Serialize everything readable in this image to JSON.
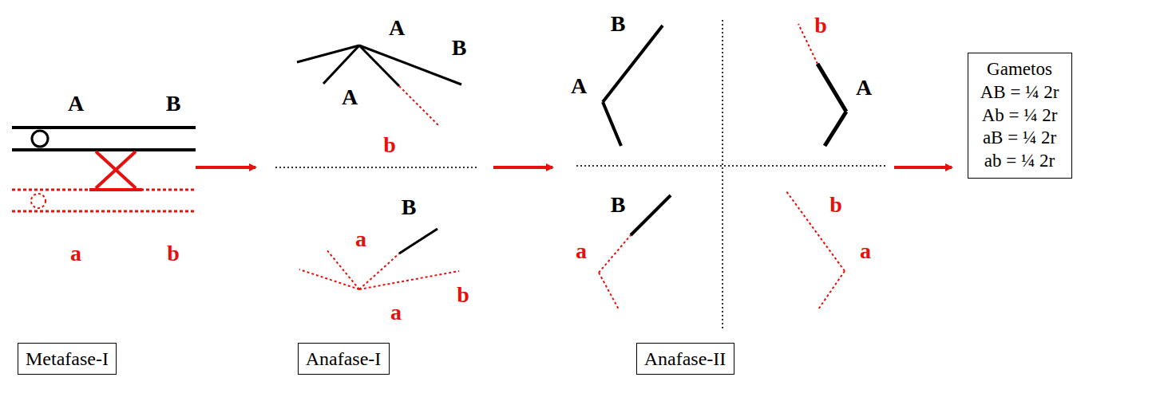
{
  "diagram": {
    "nodes": [
      {
        "text": [
          "Metafase-I"
        ]
      },
      {
        "text": [
          "Anafase-I"
        ]
      },
      {
        "text": [
          "Anafase-II"
        ]
      },
      {
        "text": [
          "Gametos",
          "AB = ¼ 2r",
          "Ab = ¼ 2r",
          "aB = ¼ 2r",
          "ab = ¼ 2r"
        ]
      }
    ],
    "labels": [
      "A",
      "B",
      "a",
      "b",
      "A",
      "B",
      "A",
      "b",
      "B",
      "a",
      "b",
      "a",
      "B",
      "A",
      "b",
      "A",
      "B",
      "a",
      "b",
      "a"
    ]
  }
}
